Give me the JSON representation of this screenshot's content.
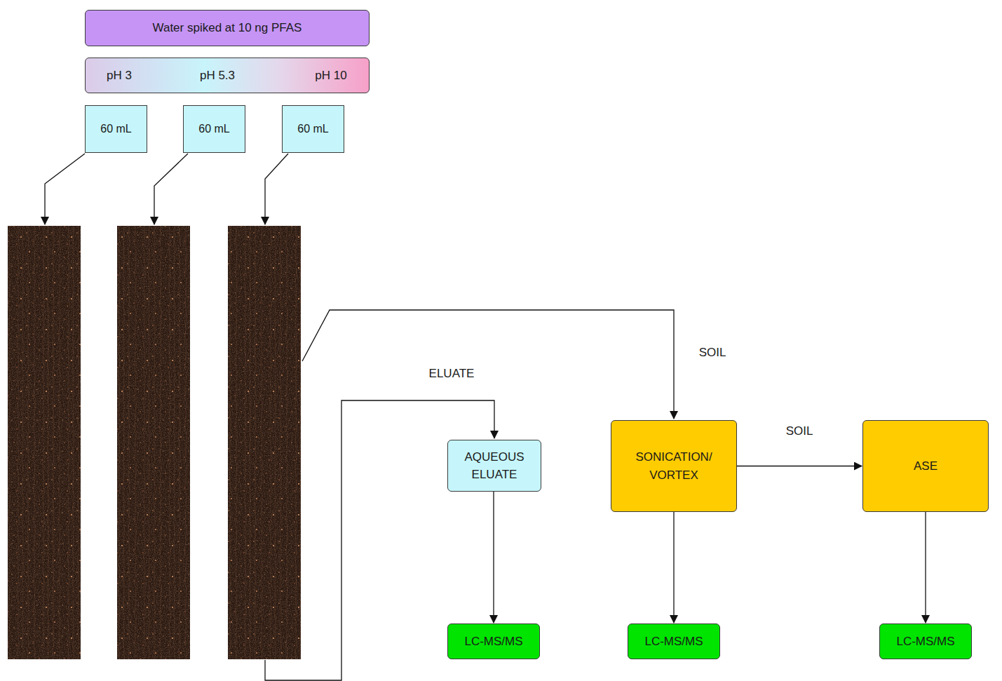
{
  "diagram": {
    "nodes": [
      {
        "text": [
          "Water spiked at 10 ng PFAS"
        ]
      },
      {
        "text": [
          "pH 3",
          "pH 5.3",
          "pH 10"
        ]
      },
      {
        "text": [
          "60 mL"
        ]
      },
      {
        "text": [
          "60 mL"
        ]
      },
      {
        "text": [
          "60 mL"
        ]
      },
      {
        "text": [
          "AQUEOUS ELUATE"
        ]
      },
      {
        "text": [
          "SONICATION/ VORTEX"
        ]
      },
      {
        "text": [
          "ASE"
        ]
      },
      {
        "text": [
          "LC-MS/MS"
        ]
      },
      {
        "text": [
          "LC-MS/MS"
        ]
      },
      {
        "text": [
          "LC-MS/MS"
        ]
      }
    ],
    "edges": [
      {
        "from": 5,
        "to": 8,
        "arrow": "to"
      },
      {
        "from": 6,
        "to": 7,
        "label": "SOIL",
        "arrow": "to"
      },
      {
        "from": 6,
        "to": 9,
        "arrow": "to"
      },
      {
        "from": 7,
        "to": 10,
        "arrow": "to"
      }
    ],
    "labels": [
      "SOIL",
      "ELUATE"
    ]
  }
}
